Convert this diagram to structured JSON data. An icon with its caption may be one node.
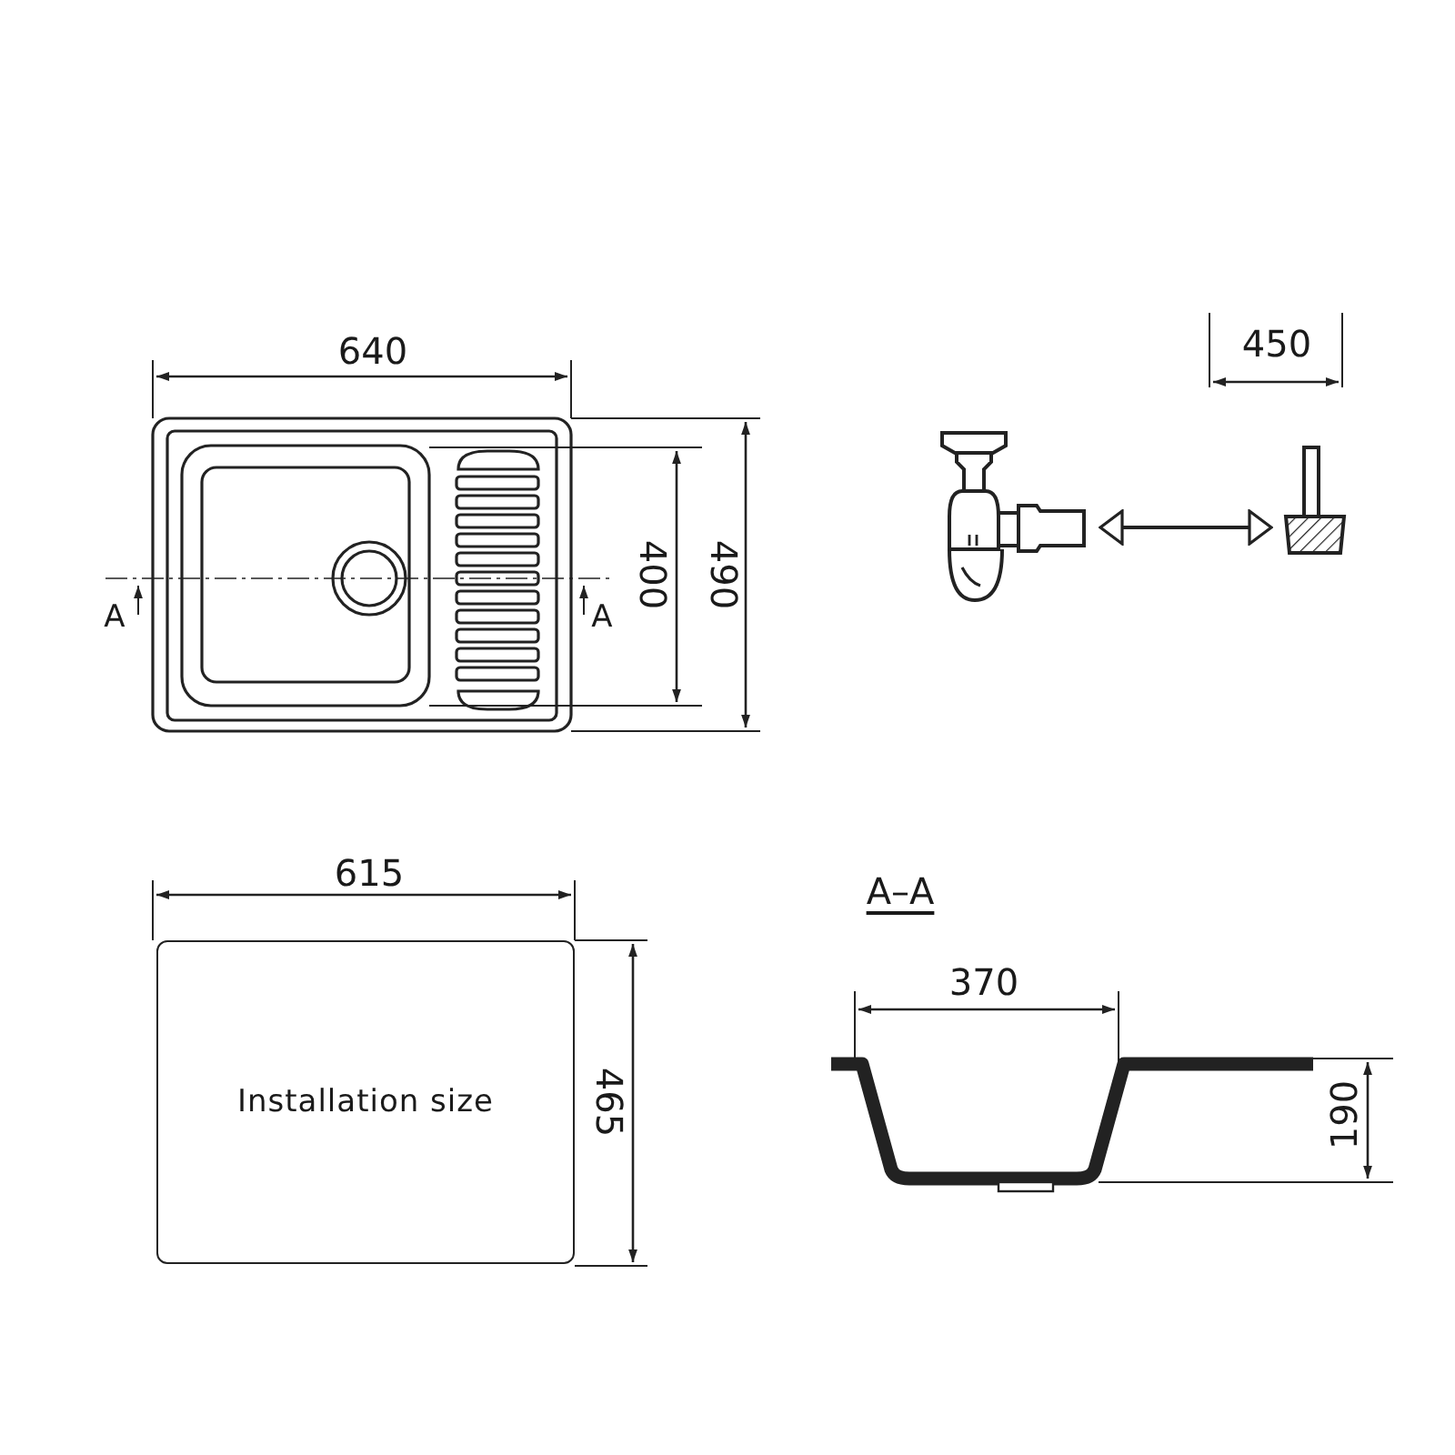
{
  "diagram": {
    "nodes": [
      {
        "text": [],
        "shape": "picture"
      },
      {
        "text": [],
        "shape": "picture"
      },
      {
        "text": [
          "Installation size"
        ]
      }
    ],
    "edges": [
      {
        "from": 0,
        "to": 1,
        "arrow": "both"
      }
    ],
    "labels": [
      "640",
      "A",
      "A",
      "400",
      "490",
      "450",
      "615",
      "465",
      "A–A",
      "370",
      "190"
    ]
  }
}
